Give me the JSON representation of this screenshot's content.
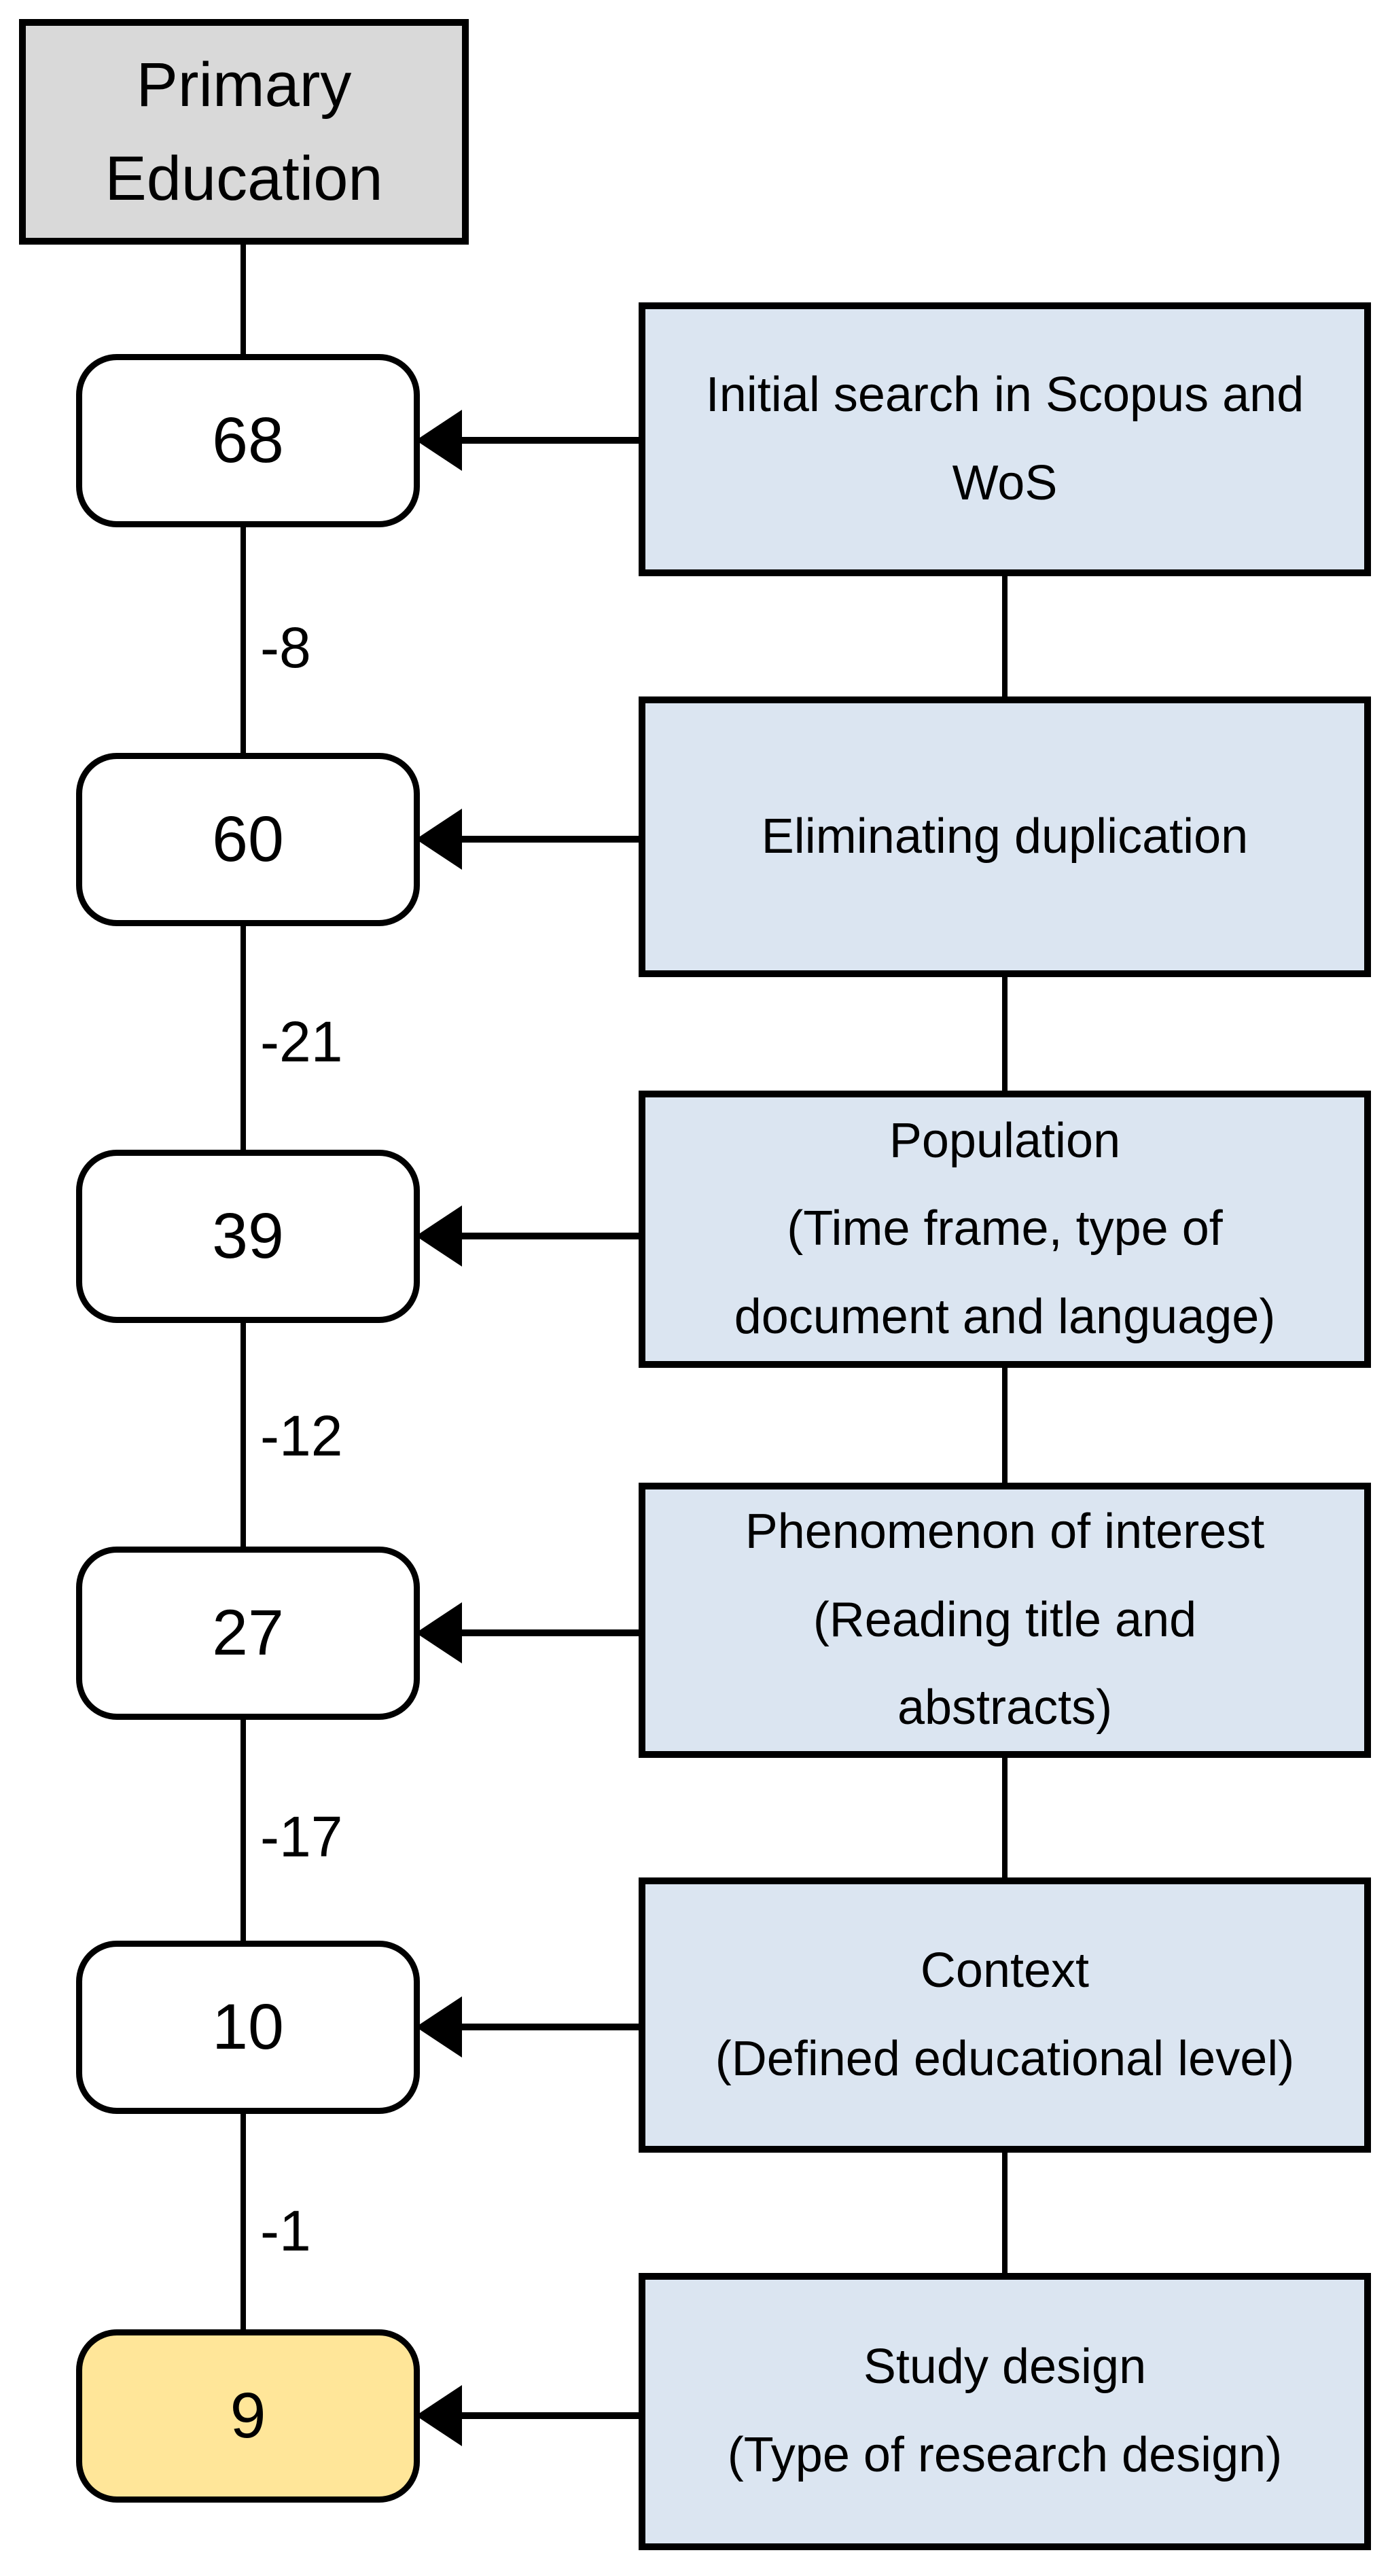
{
  "diagram": {
    "root_label": "Primary Education",
    "colors": {
      "root_fill": "#d9d9d9",
      "stage_fill": "#ffffff",
      "final_stage_fill": "#ffe699",
      "step_fill": "#dbe5f1",
      "line": "#000000"
    },
    "stages": [
      {
        "count": "68",
        "step_lines": [
          "Initial search in Scopus and",
          "WoS"
        ]
      },
      {
        "count": "60",
        "loss": "-8",
        "step_lines": [
          "Eliminating duplication"
        ]
      },
      {
        "count": "39",
        "loss": "-21",
        "step_lines": [
          "Population",
          "(Time frame, type of",
          "document and language)"
        ]
      },
      {
        "count": "27",
        "loss": "-12",
        "step_lines": [
          "Phenomenon of interest",
          "(Reading title and",
          "abstracts)"
        ]
      },
      {
        "count": "10",
        "loss": "-17",
        "step_lines": [
          "Context",
          "(Defined educational level)"
        ]
      },
      {
        "count": "9",
        "loss": "-1",
        "step_lines": [
          "Study design",
          "(Type of research design)"
        ]
      }
    ]
  }
}
